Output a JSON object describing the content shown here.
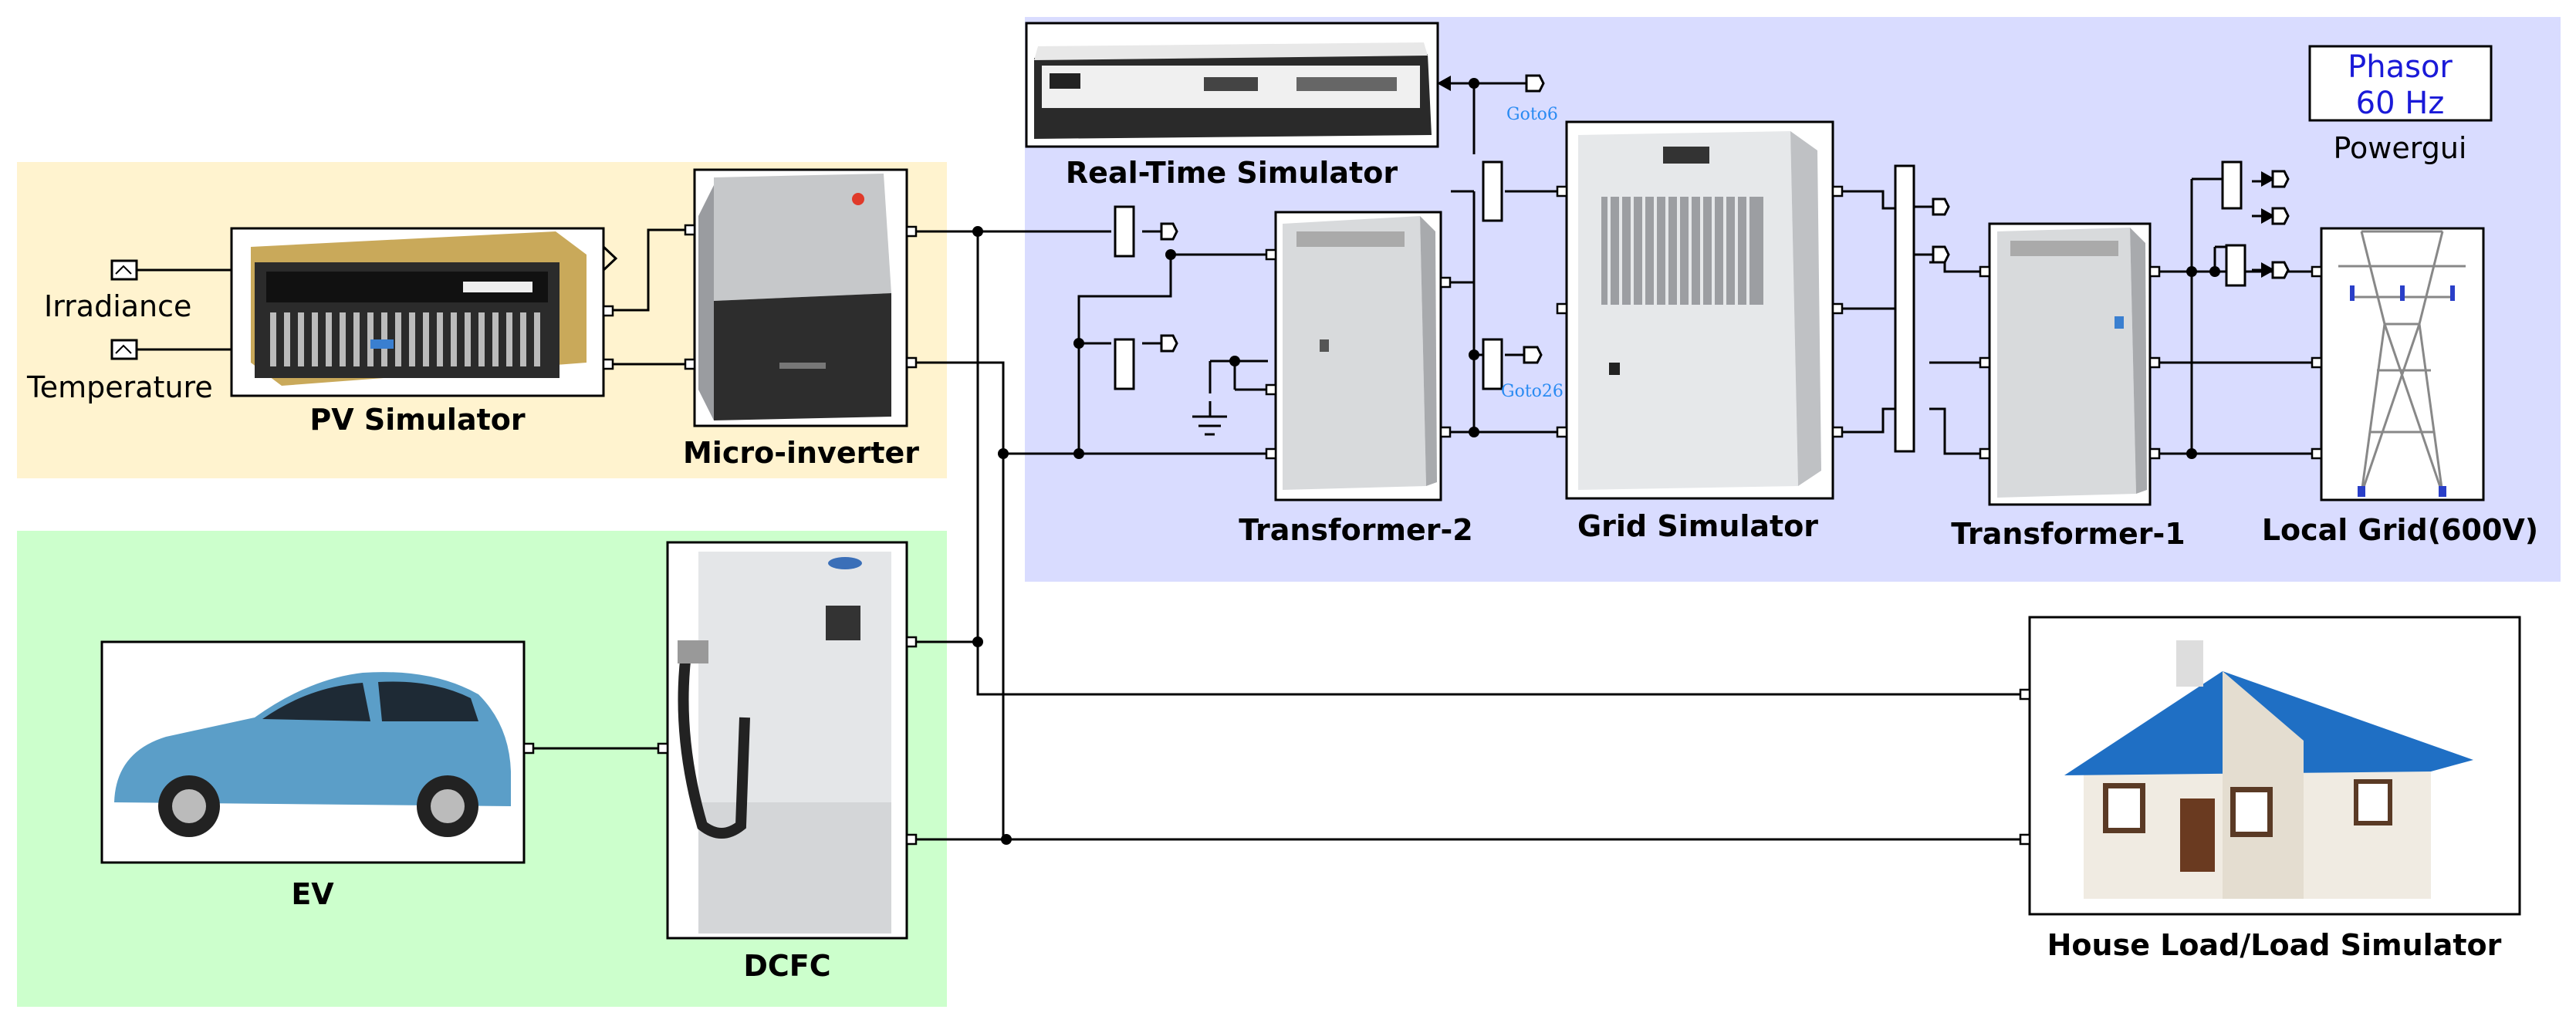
{
  "colors": {
    "pv_area": "#fff3cf",
    "ev_area": "#ccffcc",
    "grid_area": "#d9dcff",
    "powergui_text": "#1a1ad8",
    "goto_text": "#2a8bf2",
    "roof_blue": "#1f6fc4"
  },
  "inputs": {
    "irradiance": "Irradiance",
    "temperature": "Temperature"
  },
  "blocks": {
    "pv_simulator": "PV Simulator",
    "micro_inverter": "Micro-inverter",
    "ev": "EV",
    "dcfc": "DCFC",
    "real_time_simulator": "Real-Time Simulator",
    "transformer_2": "Transformer-2",
    "grid_simulator": "Grid Simulator",
    "transformer_1": "Transformer-1",
    "local_grid": "Local Grid(600V)",
    "house_load": "House Load/Load Simulator"
  },
  "gotos": {
    "goto6": "Goto6",
    "goto26": "Goto26"
  },
  "powergui": {
    "line1": "Phasor",
    "line2": "60 Hz",
    "label": "Powergui"
  }
}
